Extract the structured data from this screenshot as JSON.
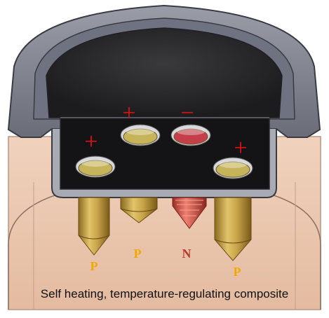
{
  "caption": "Self heating,  temperature-regulating composite",
  "pins": [
    {
      "id": "pin-1",
      "label": "P",
      "label_color": "#f2a800",
      "cap_sign": "+",
      "cap_fill": "#c6b45a"
    },
    {
      "id": "pin-2",
      "label": "P",
      "label_color": "#f2a800",
      "cap_sign": "+",
      "cap_fill": "#c6b45a"
    },
    {
      "id": "pin-3",
      "label": "N",
      "label_color": "#b63a2a",
      "cap_sign": "−",
      "cap_fill": "#c43f4a"
    },
    {
      "id": "pin-4",
      "label": "P",
      "label_color": "#f2a800",
      "cap_sign": "+",
      "cap_fill": "#c6b45a"
    }
  ],
  "colors": {
    "composite": "#e8c0a6",
    "housing": "#7f8290",
    "cavity": "#2c2c2e",
    "plate": "#1a1a1a",
    "sign": "#e01010",
    "p_pin": "#c9a54a",
    "n_pin": "#d85a4e"
  }
}
